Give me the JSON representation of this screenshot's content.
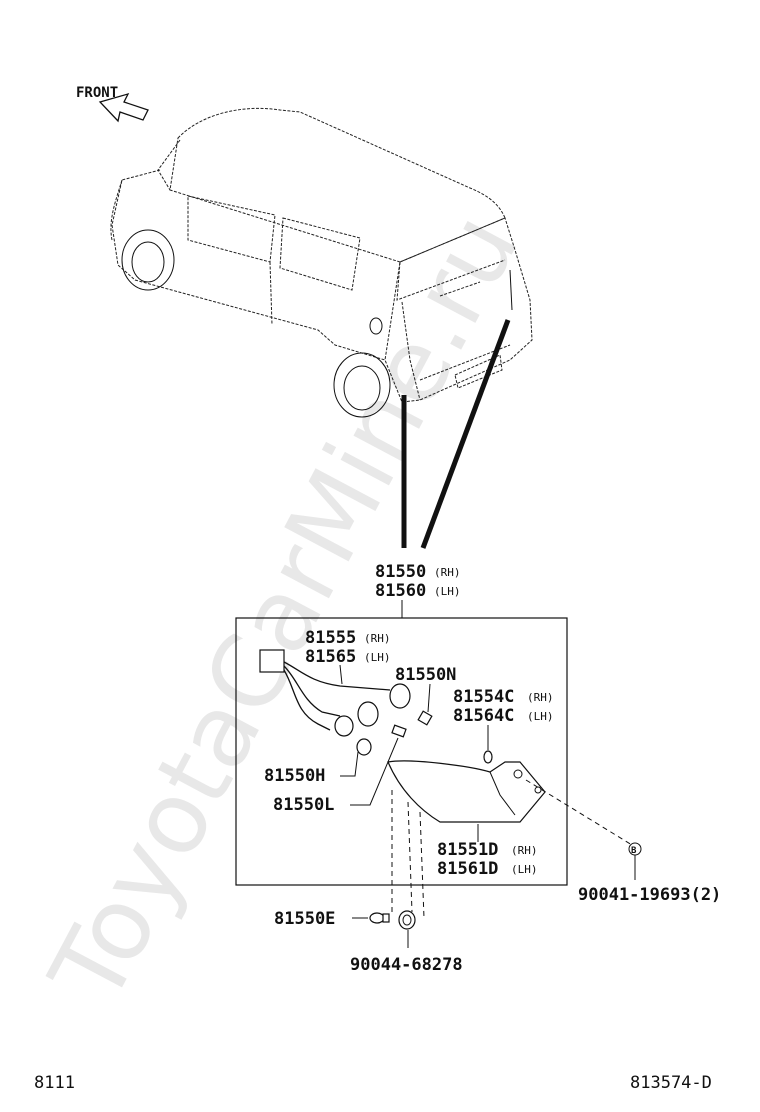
{
  "watermark": "ToyotaCarMine.ru",
  "front_label": "FRONT",
  "parts": {
    "lamp_assy_rh": "81550",
    "lamp_assy_rh_side": "(RH)",
    "lamp_assy_lh": "81560",
    "lamp_assy_lh_side": "(LH)",
    "socket_wire_rh": "81555",
    "socket_wire_rh_side": "(RH)",
    "socket_wire_lh": "81565",
    "socket_wire_lh_side": "(LH)",
    "bulb_n": "81550N",
    "gasket_rh": "81554C",
    "gasket_rh_side": "(RH)",
    "gasket_lh": "81564C",
    "gasket_lh_side": "(LH)",
    "bulb_h": "81550H",
    "bulb_l": "81550L",
    "lens_rh": "81551D",
    "lens_rh_side": "(RH)",
    "lens_lh": "81561D",
    "lens_lh_side": "(LH)",
    "screw": "90041-19693(2)",
    "screw_marker": "B",
    "bulb_e": "81550E",
    "nut": "90044-68278"
  },
  "footer": {
    "left": "8111",
    "right": "813574-D"
  }
}
